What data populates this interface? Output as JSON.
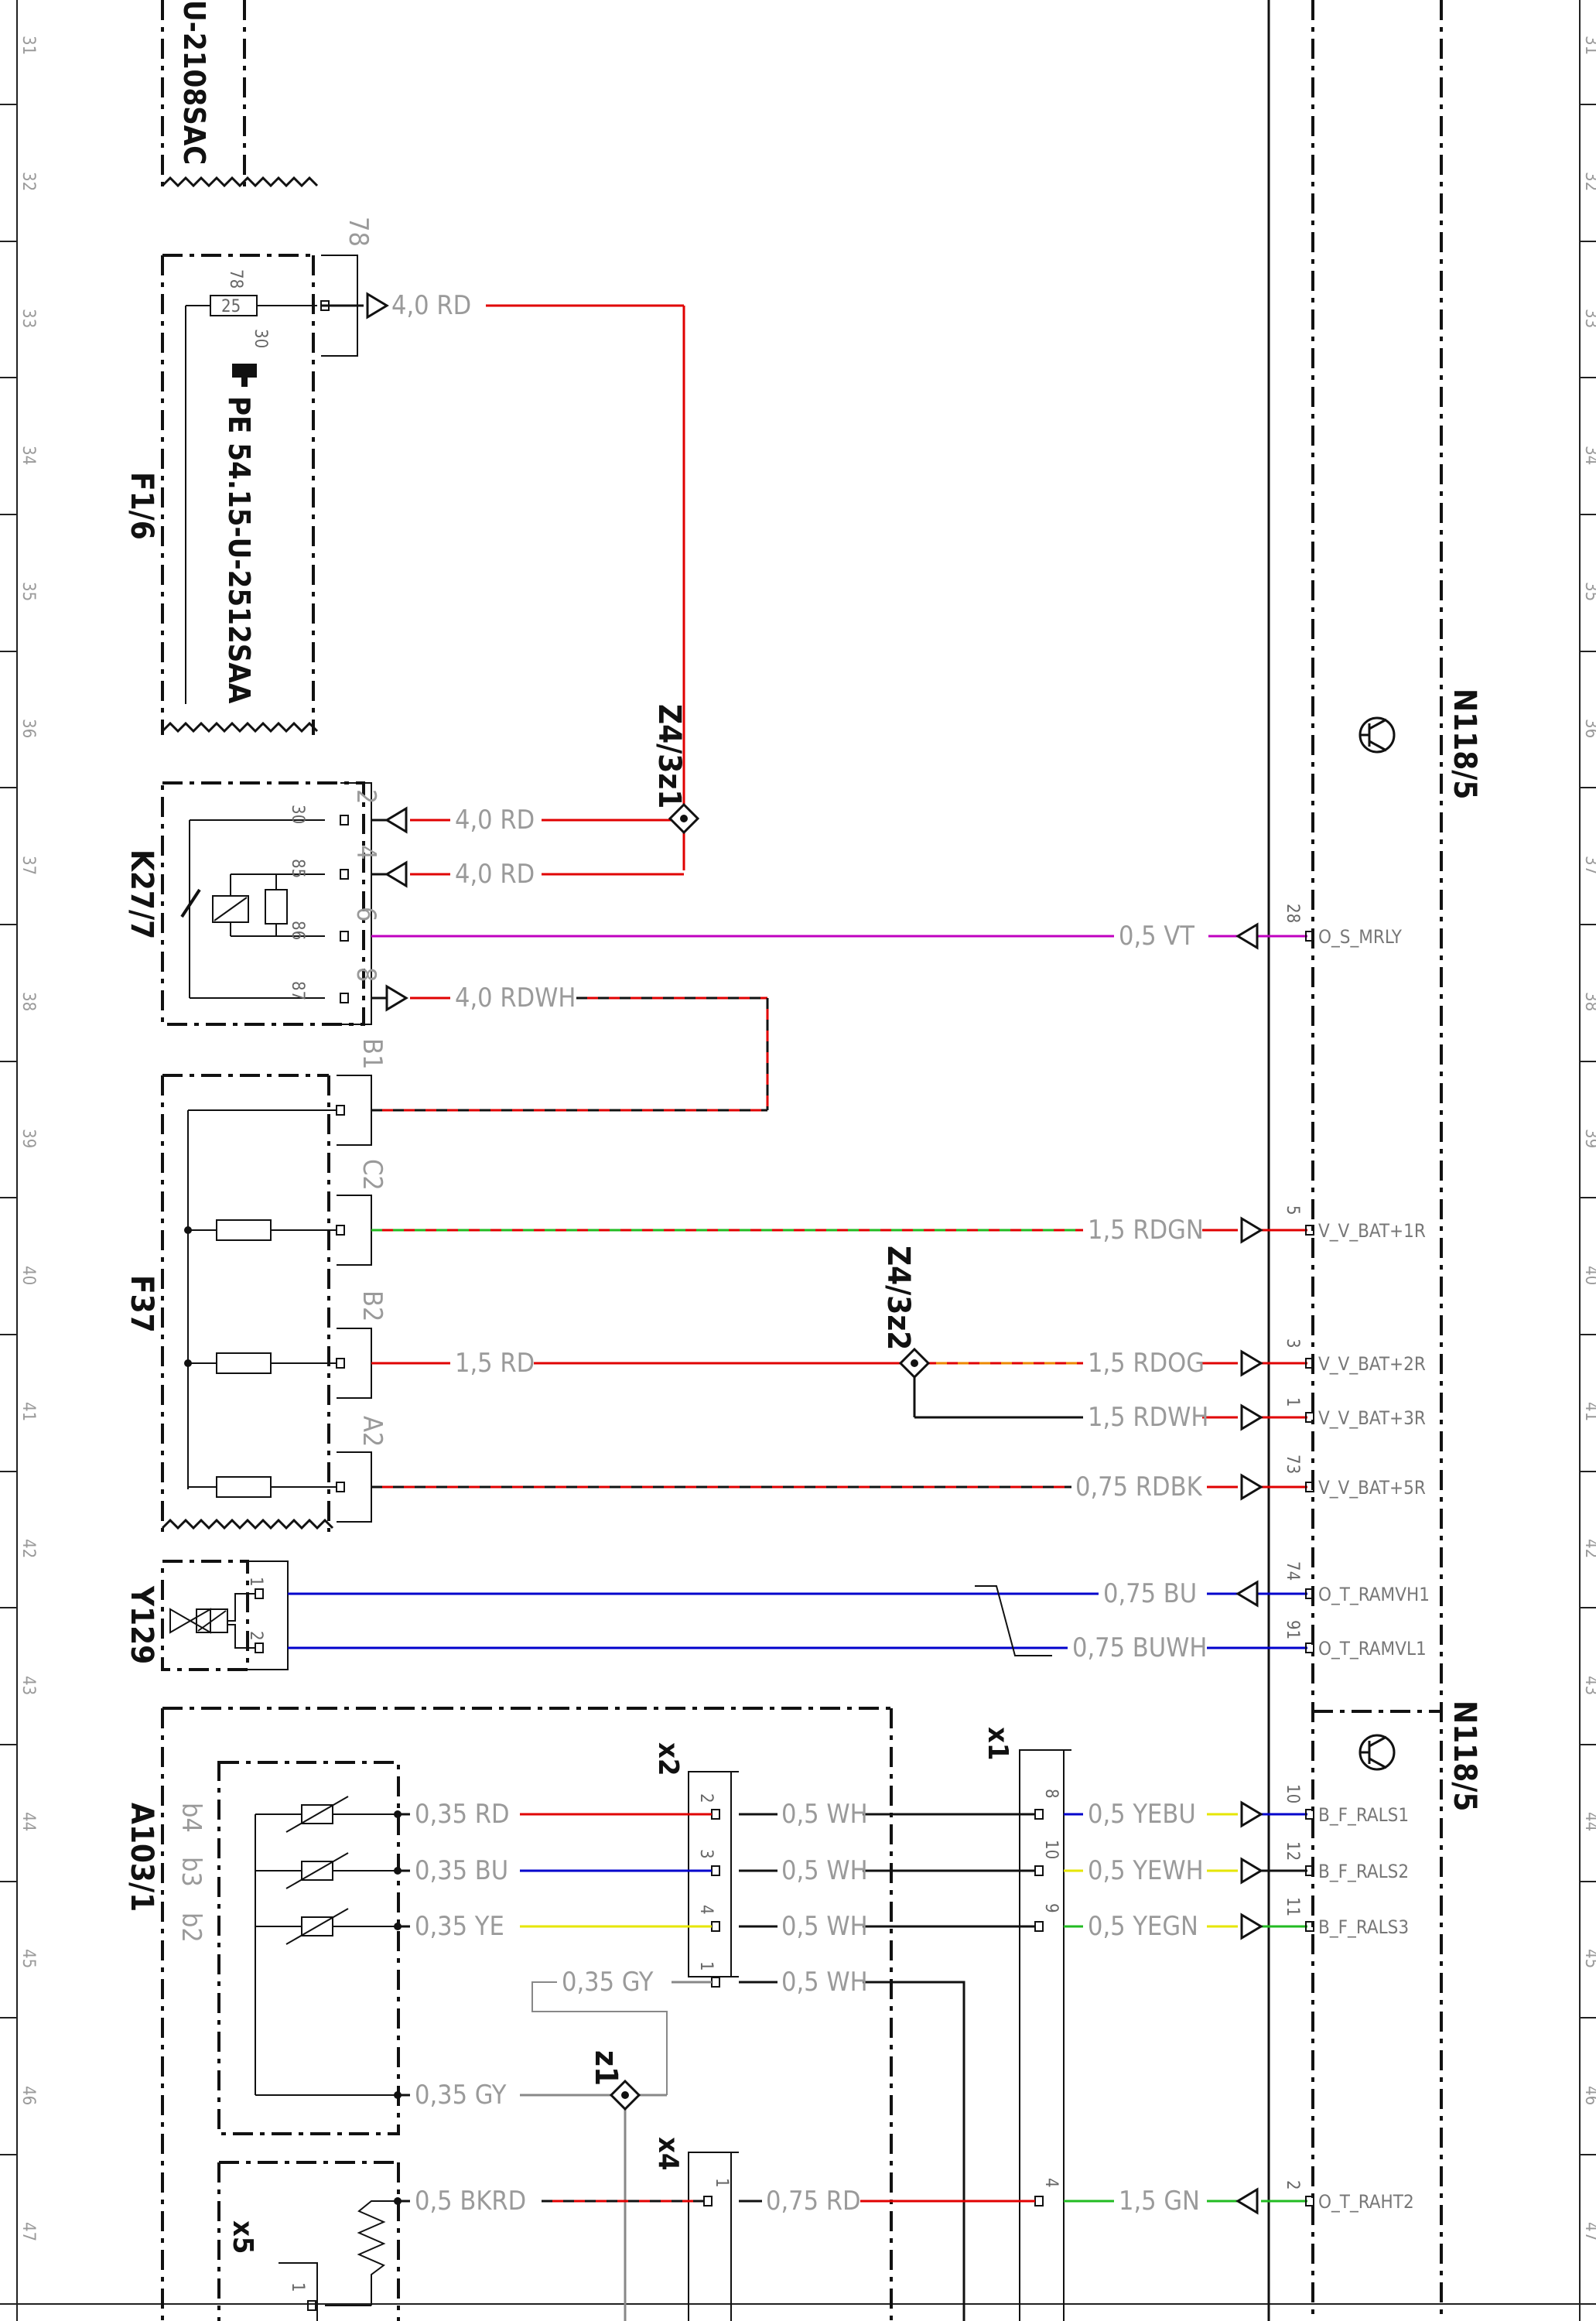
{
  "colors": {
    "RD": "#e00000",
    "VT": "#c000c0",
    "GN": "#22bb22",
    "OG": "#ee8800",
    "BU": "#0000cc",
    "YE": "#e6e600",
    "GY": "#888888",
    "BK": "#111111",
    "WH": "#ffffff"
  },
  "row_numbers": [
    "31",
    "32",
    "33",
    "34",
    "35",
    "36",
    "37",
    "38",
    "39",
    "40",
    "41",
    "42",
    "43",
    "44",
    "45",
    "46",
    "47"
  ],
  "components": {
    "top_relay_ref": "U-2108SAC",
    "f1_name": "F1/6",
    "f1_part": "PE 54.15-U-2512SAA",
    "f1_fuse_rating": "25",
    "f1_pin_in": "78",
    "f1_pin_out": "30",
    "f1_connector_pin": "78",
    "k27_name": "K27/7",
    "k27_pins": [
      "30",
      "85",
      "86",
      "87"
    ],
    "k27_conn_pins": [
      "2",
      "4",
      "6",
      "8"
    ],
    "f37_name": "F37",
    "f37_conn_pins": [
      "B1",
      "C2",
      "B2",
      "A2"
    ],
    "y129_name": "Y129",
    "y129_pins": [
      "1",
      "2"
    ],
    "a103_name": "A103/1",
    "a103_sub": [
      "b4",
      "b3",
      "b2"
    ],
    "x5_name": "x5",
    "x5_pin": "1",
    "n118_top": "N118/5",
    "n118_bottom": "N118/5"
  },
  "splices": {
    "z4_3z1": "Z4/3z1",
    "z4_3z2": "Z4/3z2",
    "z1": "z1"
  },
  "connectors": {
    "x1": "x1",
    "x2": "x2",
    "x4": "x4",
    "x2_pins": [
      "2",
      "3",
      "4",
      "1"
    ],
    "x1_pins": [
      "8",
      "10",
      "9",
      "4"
    ],
    "x4_pin": "1"
  },
  "wires": {
    "w1": "4,0 RD",
    "w2": "4,0 RD",
    "w3": "4,0 RD",
    "w4": "0,5 VT",
    "w5": "4,0 RDWH",
    "w6": "1,5 RDGN",
    "w7": "1,5 RD",
    "w8": "1,5 RDOG",
    "w9": "1,5 RDWH",
    "w10": "0,75 RDBK",
    "w11": "0,75 BU",
    "w12": "0,75 BUWH",
    "w13": "0,35 RD",
    "w14": "0,35 BU",
    "w15": "0,35 YE",
    "w16": "0,35 GY",
    "w17": "0,35 GY",
    "w18": "0,5 WH",
    "w19": "0,5 WH",
    "w20": "0,5 WH",
    "w21": "0,5 WH",
    "w22": "0,5 YEBU",
    "w23": "0,5 YEWH",
    "w24": "0,5 YEGN",
    "w25": "0,5 BKRD",
    "w26": "0,75 RD",
    "w27": "1,5 GN"
  },
  "n118_pins": {
    "p28": "28",
    "p5": "5",
    "p3": "3",
    "p1": "1",
    "p73": "73",
    "p74": "74",
    "p91": "91",
    "p10": "10",
    "p12": "12",
    "p11": "11",
    "p2": "2"
  },
  "signals": {
    "s28": "O_S_MRLY",
    "s5": "V_V_BAT+1R",
    "s3": "V_V_BAT+2R",
    "s1": "V_V_BAT+3R",
    "s73": "V_V_BAT+5R",
    "s74": "O_T_RAMVH1",
    "s91": "O_T_RAMVL1",
    "s10": "B_F_RALS1",
    "s12": "B_F_RALS2",
    "s11": "B_F_RALS3",
    "s2": "O_T_RAHT2"
  }
}
